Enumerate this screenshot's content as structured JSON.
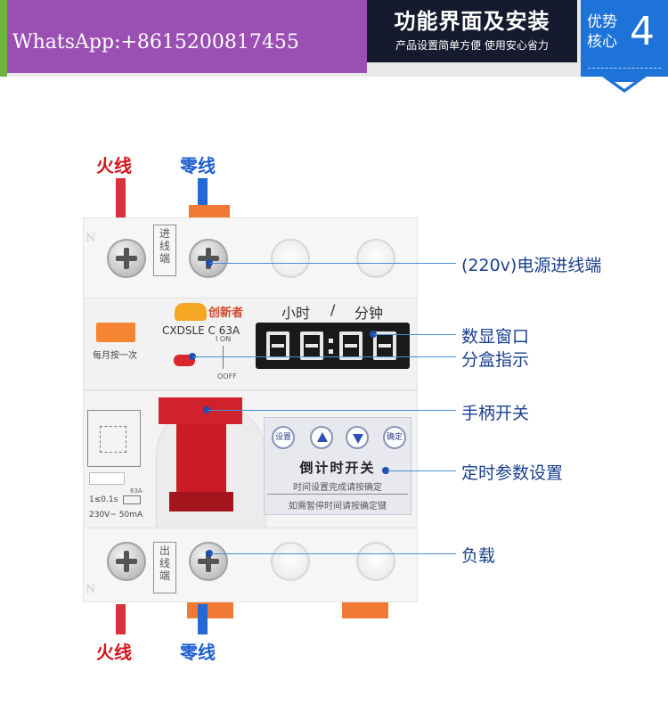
{
  "header": {
    "whatsapp": "WhatsApp:+8615200817455",
    "title": "功能界面及安装",
    "subtitle": "产品设置简单方便 使用安心省力",
    "badge_text": "优势\n核心",
    "badge_line1": "优势",
    "badge_line2": "核心",
    "badge_number": "4"
  },
  "wires": {
    "top_live": "火线",
    "top_neutral": "零线",
    "bottom_live": "火线",
    "bottom_neutral": "零线"
  },
  "device": {
    "brand": "创新者",
    "model": "CXDSLE C 63A",
    "in_label": [
      "进",
      "线",
      "端"
    ],
    "out_label": [
      "出",
      "线",
      "端"
    ],
    "terminal_n": "N",
    "monthly_press": "每月按一次",
    "i_on": "I ON",
    "o_off": "OOFF",
    "hour_label": "小时",
    "slash": "/",
    "minute_label": "分钟",
    "spec_63a": "63A",
    "spec_time": "1≤0.1s",
    "spec_voltage": "230V~",
    "spec_current": "50mA",
    "panel": {
      "btn_set": "设置",
      "btn_confirm": "确定",
      "title": "倒计时开关",
      "line1": "时间设置完成请按确定",
      "line2": "如需暂停时间请按确定键"
    }
  },
  "callouts": {
    "power_in": "(220v)电源进线端",
    "display": "数显窗口",
    "split_indicator": "分盒指示",
    "handle": "手柄开关",
    "timer_settings": "定时参数设置",
    "load": "负载"
  },
  "colors": {
    "live_wire": "#d6141c",
    "neutral_wire": "#1c5fcf",
    "callout_text": "#1a3f8f",
    "badge_blue": "#1e73d8",
    "whatsapp_bg": "#9b4fb3"
  }
}
